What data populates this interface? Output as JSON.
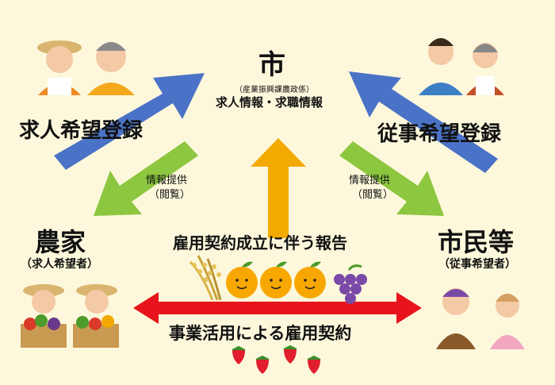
{
  "center": {
    "title": "市",
    "department": "（産業振興課農政係）",
    "subtitle": "求人情報・求職情報"
  },
  "left": {
    "name": "農家",
    "role": "（求人希望者）",
    "action": "求人希望登録"
  },
  "right": {
    "name": "市民等",
    "role": "（従事希望者）",
    "action": "従事希望登録"
  },
  "flows": {
    "info_left_line1": "情報提供",
    "info_left_line2": "（閲覧）",
    "info_right_line1": "情報提供",
    "info_right_line2": "（閲覧）",
    "report": "雇用契約成立に伴う報告",
    "contract": "事業活用による雇用契約"
  },
  "colors": {
    "background": "#fdf8dc",
    "blue_arrow": "#4a72c6",
    "green_arrow": "#8dc63f",
    "orange_arrow": "#f2a900",
    "red_arrow": "#e8141b"
  }
}
